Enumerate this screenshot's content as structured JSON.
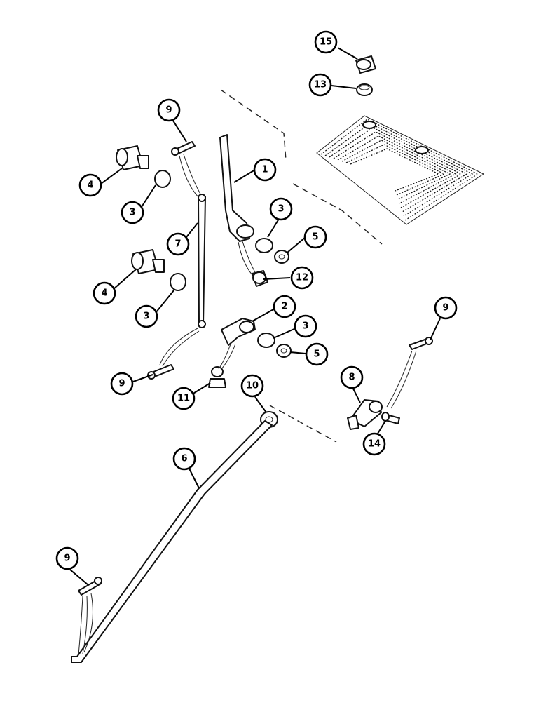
{
  "callouts": [
    {
      "id": "15",
      "text": "15"
    },
    {
      "id": "13",
      "text": "13"
    },
    {
      "id": "9-top",
      "text": "9"
    },
    {
      "id": "1",
      "text": "1"
    },
    {
      "id": "4-top",
      "text": "4"
    },
    {
      "id": "3-a",
      "text": "3"
    },
    {
      "id": "3-b",
      "text": "3"
    },
    {
      "id": "5-a",
      "text": "5"
    },
    {
      "id": "7",
      "text": "7"
    },
    {
      "id": "12",
      "text": "12"
    },
    {
      "id": "4-bottom",
      "text": "4"
    },
    {
      "id": "3-c",
      "text": "3"
    },
    {
      "id": "2",
      "text": "2"
    },
    {
      "id": "9-right",
      "text": "9"
    },
    {
      "id": "3-d",
      "text": "3"
    },
    {
      "id": "5-b",
      "text": "5"
    },
    {
      "id": "9-left",
      "text": "9"
    },
    {
      "id": "10",
      "text": "10"
    },
    {
      "id": "8",
      "text": "8"
    },
    {
      "id": "11",
      "text": "11"
    },
    {
      "id": "14",
      "text": "14"
    },
    {
      "id": "6",
      "text": "6"
    },
    {
      "id": "9-bottom",
      "text": "9"
    }
  ],
  "line_color": "#111111",
  "background_color": "#ffffff"
}
